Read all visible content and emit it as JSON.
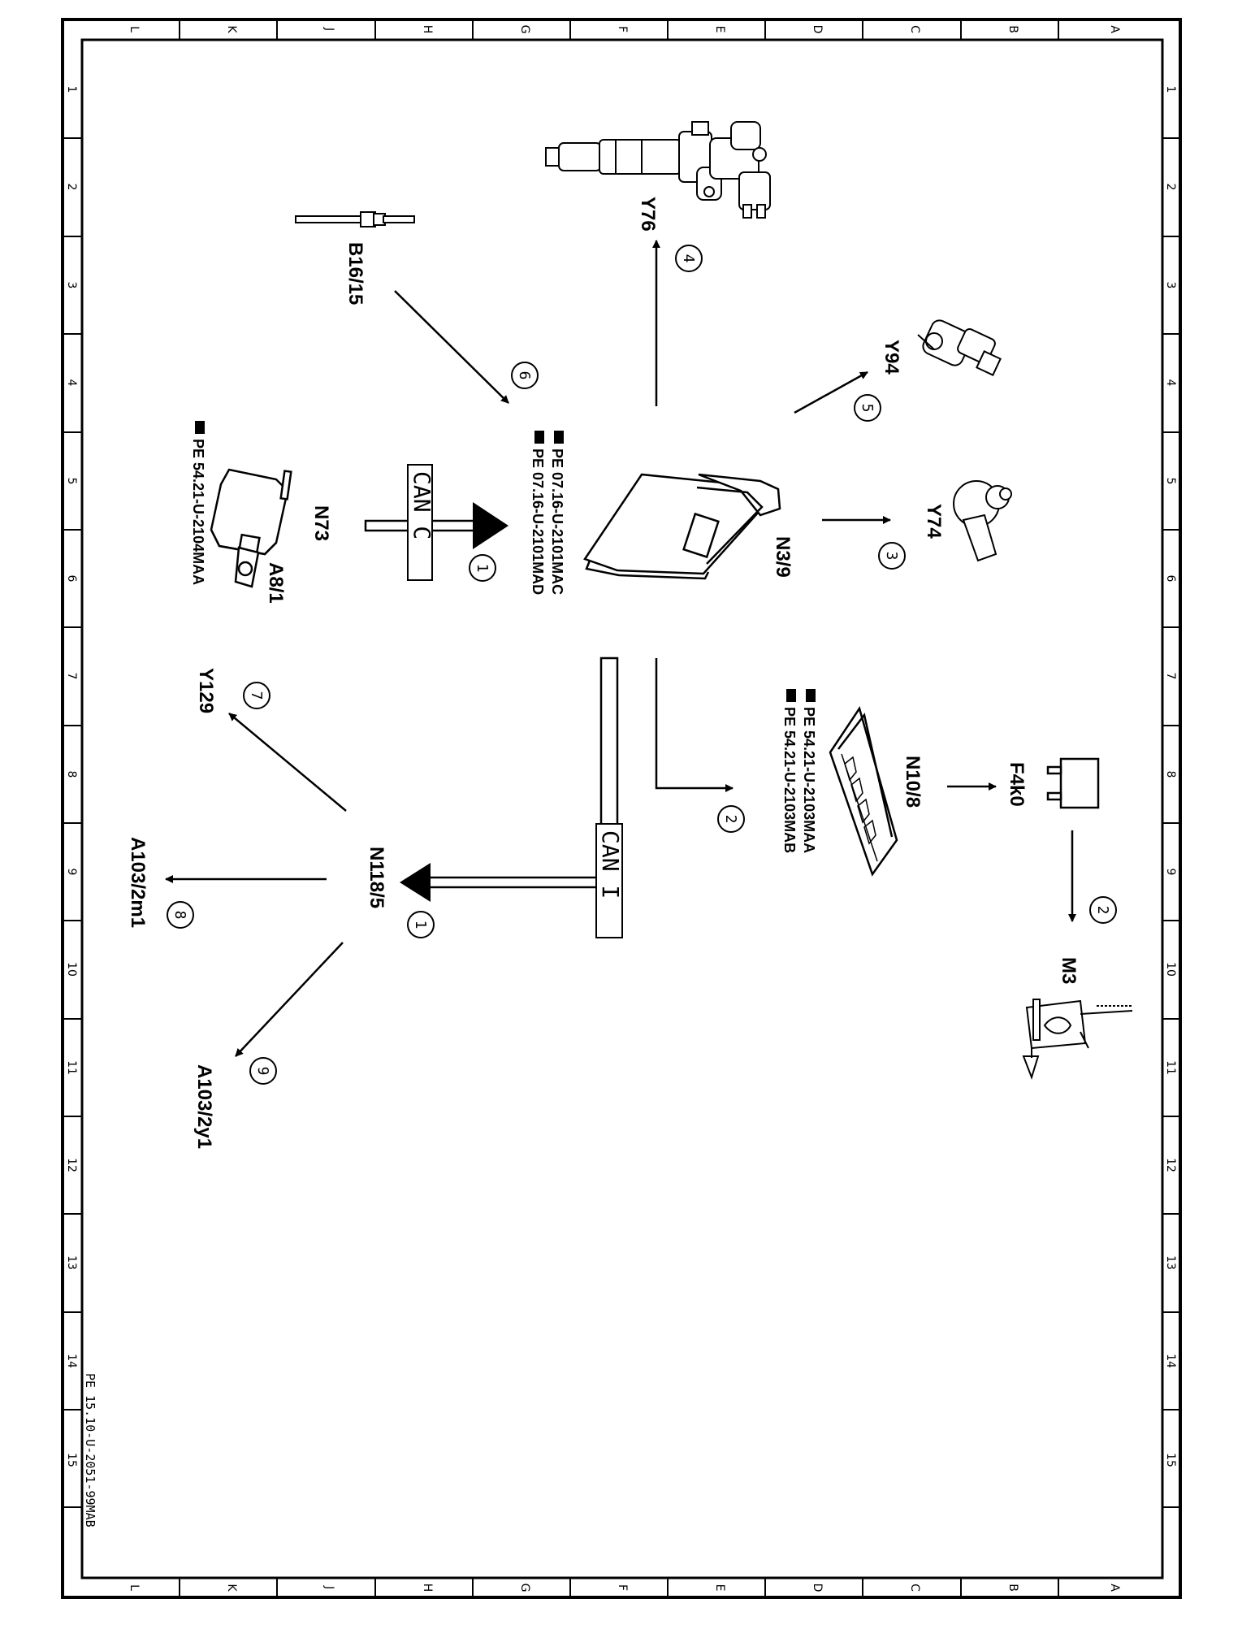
{
  "drawing_id": "PE 15.10-U-2051-99MAB",
  "grid": {
    "letters": [
      "L",
      "K",
      "J",
      "H",
      "G",
      "F",
      "E",
      "D",
      "C",
      "B",
      "A"
    ],
    "numbers": [
      "1",
      "2",
      "3",
      "4",
      "5",
      "6",
      "7",
      "8",
      "9",
      "10",
      "11",
      "12",
      "13",
      "14",
      "15"
    ]
  },
  "bus": {
    "can_c": "CAN C",
    "can_i": "CAN I"
  },
  "components": {
    "control_unit": "N3/9",
    "injector": "Y76",
    "pressure_valve": "Y94",
    "quantity_valve": "Y74",
    "temp_sensor": "B16/15",
    "switch_unit": "N73",
    "switch_sub": "A8/1",
    "sam_unit": "N10/8",
    "relay": "F4k0",
    "motor": "M3",
    "gateway": "N118/5",
    "out_7": "Y129",
    "out_8": "A103/2m1",
    "out_9": "A103/2y1"
  },
  "references": {
    "n3_9_ref_1": "PE  07.16-U-2101MAC",
    "n3_9_ref_2": "PE  07.16-U-2101MAD",
    "n73_ref": "PE  54.21-U-2104MAA",
    "n10_ref_1": "PE  54.21-U-2103MAA",
    "n10_ref_2": "PE  54.21-U-2103MAB"
  },
  "callouts": {
    "c1a": "1",
    "c1b": "1",
    "c2a": "2",
    "c2b": "2",
    "c3": "3",
    "c4": "4",
    "c5": "5",
    "c6": "6",
    "c7": "7",
    "c8": "8",
    "c9": "9"
  }
}
